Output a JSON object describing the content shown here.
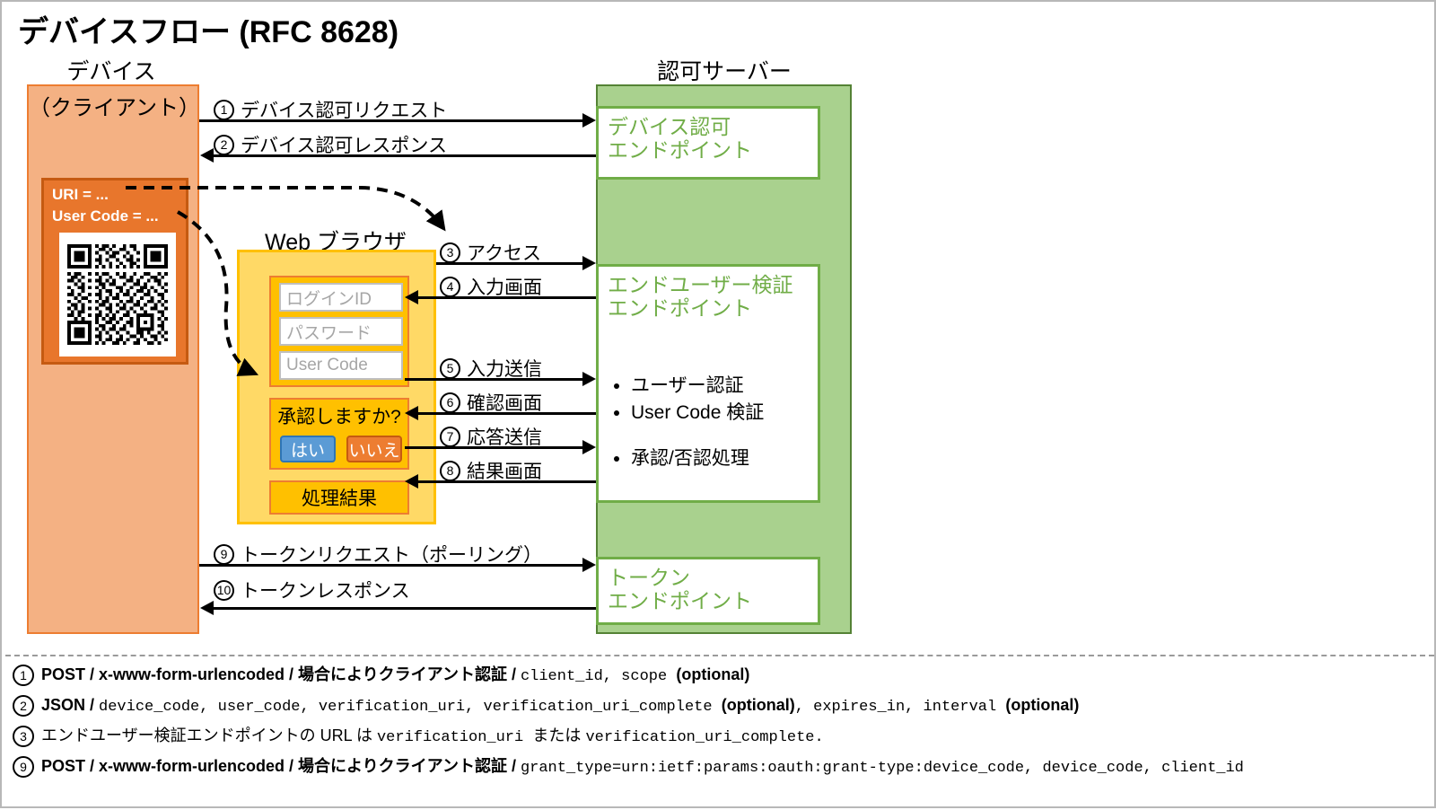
{
  "title": "デバイスフロー (RFC 8628)",
  "columns": {
    "device": {
      "caption": "デバイス",
      "label": "（クライアント）",
      "qr": {
        "uri_line": "URI = ...",
        "user_code_line": "User Code = ...",
        "icon": "qr-code-icon"
      }
    },
    "browser": {
      "caption": "Web ブラウザ",
      "form": {
        "login_placeholder": "ログインID",
        "password_placeholder": "パスワード",
        "user_code_placeholder": "User Code"
      },
      "confirm": {
        "question": "承認しますか?",
        "yes_label": "はい",
        "no_label": "いいえ"
      },
      "result_label": "処理結果"
    },
    "server": {
      "caption": "認可サーバー",
      "endpoints": [
        {
          "line1": "デバイス認可",
          "line2": "エンドポイント"
        },
        {
          "line1": "エンドユーザー検証",
          "line2": "エンドポイント"
        },
        {
          "line1": "トークン",
          "line2": "エンドポイント"
        }
      ],
      "bullets": [
        "ユーザー認証",
        "User Code 検証",
        "承認/否認処理"
      ]
    }
  },
  "steps": [
    {
      "num": "1",
      "label": "デバイス認可リクエスト",
      "direction": "right"
    },
    {
      "num": "2",
      "label": "デバイス認可レスポンス",
      "direction": "left"
    },
    {
      "num": "3",
      "label": "アクセス",
      "direction": "right"
    },
    {
      "num": "4",
      "label": "入力画面",
      "direction": "left"
    },
    {
      "num": "5",
      "label": "入力送信",
      "direction": "right"
    },
    {
      "num": "6",
      "label": "確認画面",
      "direction": "left"
    },
    {
      "num": "7",
      "label": "応答送信",
      "direction": "right"
    },
    {
      "num": "8",
      "label": "結果画面",
      "direction": "left"
    },
    {
      "num": "9",
      "label": "トークンリクエスト（ポーリング）",
      "direction": "right"
    },
    {
      "num": "10",
      "label": "トークンレスポンス",
      "direction": "left"
    }
  ],
  "notes": [
    {
      "num": "1",
      "parts": [
        {
          "text": "POST / x-www-form-urlencoded / 場合によりクライアント認証 / ",
          "style": "bold"
        },
        {
          "text": "client_id, scope ",
          "style": "mono"
        },
        {
          "text": "(optional)",
          "style": "bold"
        }
      ]
    },
    {
      "num": "2",
      "parts": [
        {
          "text": "JSON / ",
          "style": "bold"
        },
        {
          "text": "device_code, user_code, verification_uri, verification_uri_complete ",
          "style": "mono"
        },
        {
          "text": "(optional)",
          "style": "bold"
        },
        {
          "text": ", expires_in, interval ",
          "style": "mono"
        },
        {
          "text": "(optional)",
          "style": "bold"
        }
      ]
    },
    {
      "num": "3",
      "parts": [
        {
          "text": "エンドユーザー検証エンドポイントの URL は ",
          "style": "normal"
        },
        {
          "text": "verification_uri ",
          "style": "mono"
        },
        {
          "text": "または ",
          "style": "normal"
        },
        {
          "text": "verification_uri_complete.",
          "style": "mono"
        }
      ]
    },
    {
      "num": "9",
      "parts": [
        {
          "text": "POST / x-www-form-urlencoded / 場合によりクライアント認証 / ",
          "style": "bold"
        },
        {
          "text": "grant_type=urn:ietf:params:oauth:grant-type:device_code, device_code, client_id",
          "style": "mono"
        }
      ]
    }
  ],
  "colors": {
    "device_fill": "#f4b183",
    "device_border": "#ed7d31",
    "qr_panel_fill": "#e8762c",
    "qr_panel_border": "#c55a11",
    "browser_fill": "#ffd966",
    "browser_border": "#ffc000",
    "panel_fill": "#ffc000",
    "panel_border": "#ed7d31",
    "yes_button": "#5b9bd5",
    "no_button": "#ed7d31",
    "server_fill": "#a9d18e",
    "server_border": "#548235",
    "endpoint_text": "#70ad47",
    "arrow": "#000000"
  }
}
